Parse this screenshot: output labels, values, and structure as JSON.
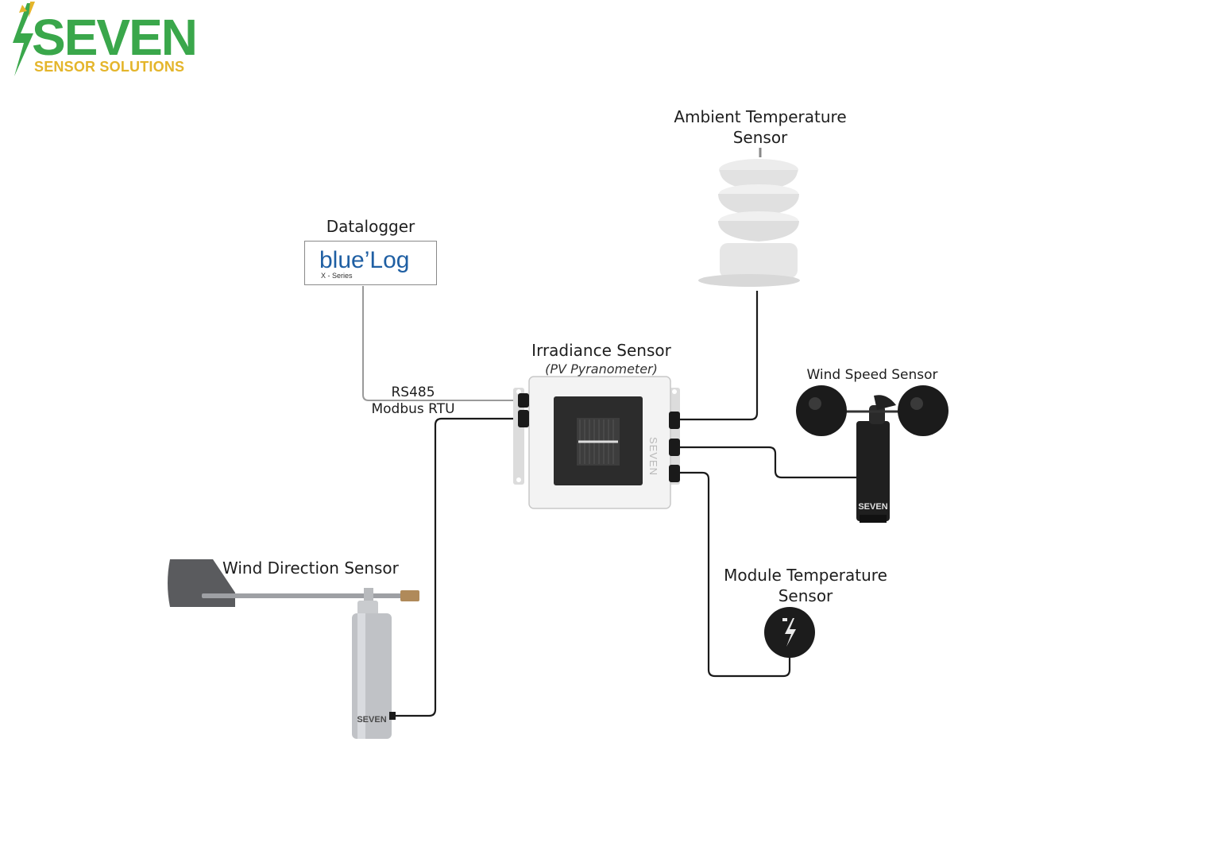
{
  "brand": {
    "name": "SEVEN",
    "tagline": "SENSOR SOLUTIONS",
    "colors": {
      "green": "#3aa74b",
      "yellow": "#e4b52b"
    }
  },
  "datalogger": {
    "label": "Datalogger",
    "product_name": "blue’Log",
    "product_series": "X - Series"
  },
  "irradiance": {
    "label": "Irradiance Sensor",
    "sublabel": "(PV Pyranometer)",
    "device_mark": "SEVEN"
  },
  "connection": {
    "protocol_line1": "RS485",
    "protocol_line2": "Modbus RTU"
  },
  "ambient": {
    "label_line1": "Ambient Temperature",
    "label_line2": "Sensor"
  },
  "wind_speed": {
    "label": "Wind Speed Sensor",
    "device_mark": "SEVEN"
  },
  "wind_direction": {
    "label": "Wind Direction Sensor",
    "device_mark": "SEVEN"
  },
  "module_temp": {
    "label_line1": "Module Temperature",
    "label_line2": "Sensor"
  },
  "colors": {
    "wire": "#1a1a1a",
    "datalink": "#9a9a9a",
    "box": "#f2f2f2"
  }
}
